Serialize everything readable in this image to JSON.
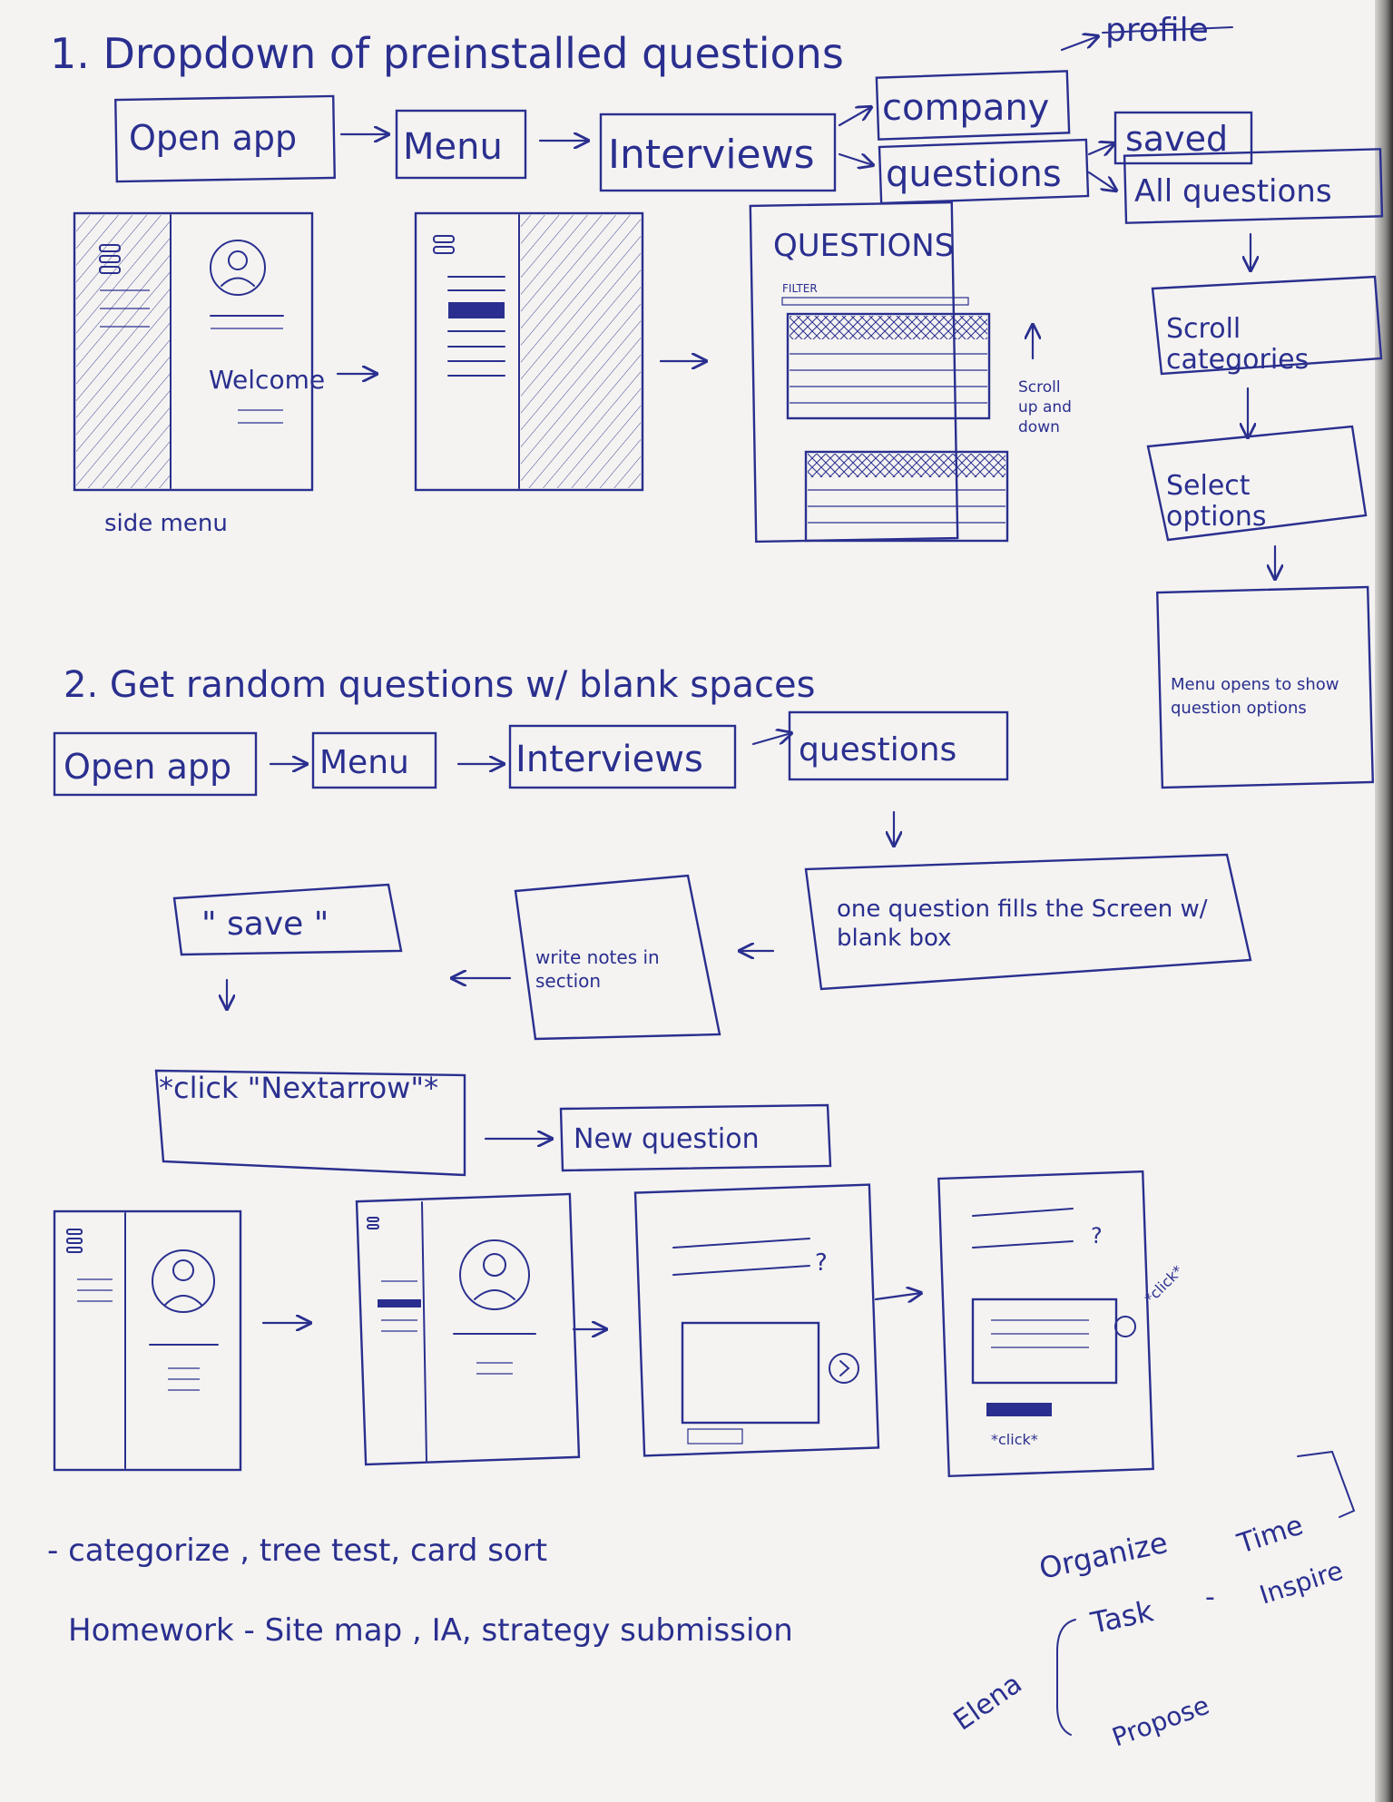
{
  "section1": {
    "title": "1. Dropdown of preinstalled questions",
    "flow": [
      "Open app",
      "Menu",
      "Interviews",
      "company",
      "questions",
      "saved",
      "All questions",
      "profile"
    ],
    "side_steps": [
      "Scroll categories",
      "Select options",
      "Menu opens to show question options"
    ],
    "wireframes": {
      "welcome": "Welcome",
      "side_menu_note": "side menu",
      "questions_title": "QUESTIONS",
      "filter_label": "FILTER",
      "scroll_note": "Scroll up and down"
    }
  },
  "section2": {
    "title": "2. Get random questions w/ blank spaces",
    "flow": [
      "Open app",
      "Menu",
      "Interviews",
      "questions"
    ],
    "steps": {
      "fills": "one question fills the Screen w/ blank box",
      "write": "write notes in section",
      "save": "\" save \"",
      "click": "*click \"Nextarrow\"*",
      "new": "New question"
    },
    "wireframe_notes": {
      "click_right": "*click*",
      "click_bottom": "*click*",
      "question_mark": "?"
    }
  },
  "notes": {
    "line1": "- categorize , tree test, card sort",
    "line2": "Homework - Site map , IA, strategy submission",
    "organize": "Organize",
    "task": "Task",
    "dash": "-",
    "time": "Time",
    "inspire": "Inspire",
    "elena": "Elena",
    "propose": "Propose"
  },
  "colors": {
    "ink": "#2a2f8f",
    "paper": "#f4f3f1"
  }
}
